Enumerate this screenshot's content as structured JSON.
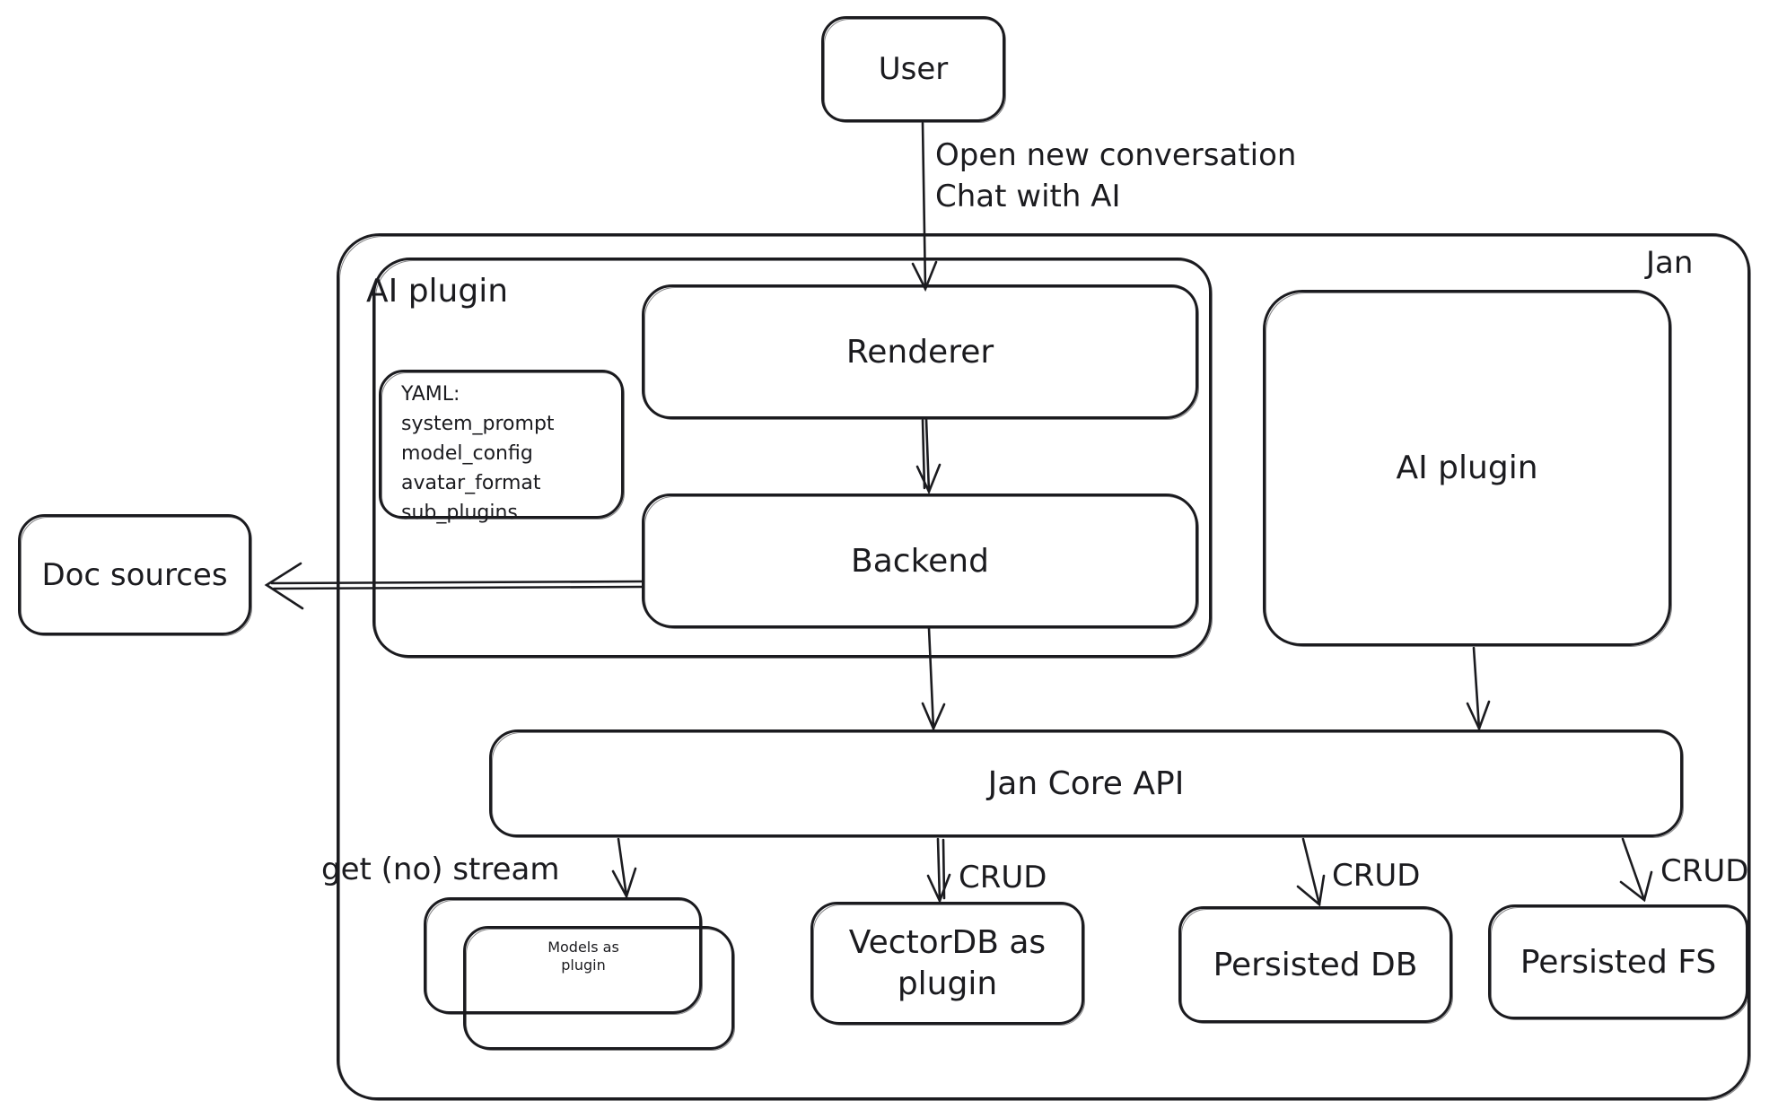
{
  "diagram": {
    "container_label": "Jan",
    "nodes": {
      "user": "User",
      "ai_plugin_group": "AI plugin",
      "renderer": "Renderer",
      "backend": "Backend",
      "doc_sources": "Doc sources",
      "ai_plugin_right": "AI plugin",
      "jan_core_api": "Jan Core API",
      "models_line1": "Models as",
      "models_line2": "plugin",
      "vectordb_line1": "VectorDB as",
      "vectordb_line2": "plugin",
      "persisted_db": "Persisted DB",
      "persisted_fs": "Persisted FS"
    },
    "yaml_note": {
      "title": "YAML:",
      "lines": [
        "system_prompt",
        "model_config",
        "avatar_format",
        "sub_plugins"
      ]
    },
    "edge_labels": {
      "user_line1": "Open new conversation",
      "user_line2": "Chat with AI",
      "get_no_stream": "get (no) stream",
      "crud_vectordb": "CRUD",
      "crud_persisted_db": "CRUD",
      "crud_persisted_fs": "CRUD"
    },
    "colors": {
      "stroke": "#1b1b1f",
      "background": "#ffffff"
    }
  }
}
